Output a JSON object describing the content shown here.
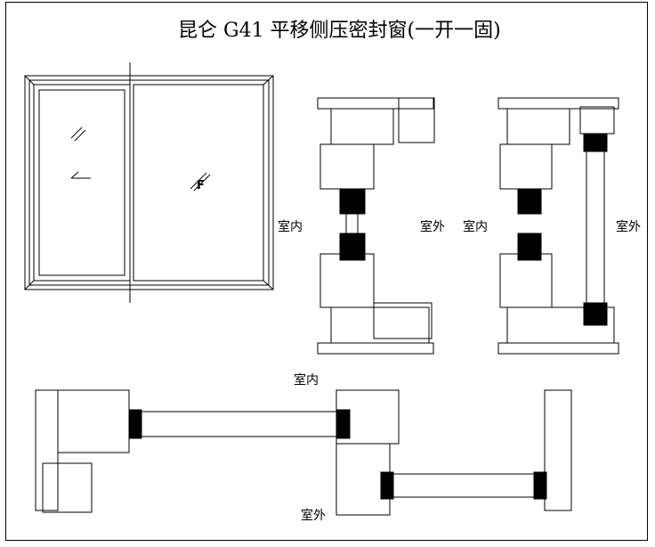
{
  "title": "昆仑 G41 平移侧压密封窗(一开一固)",
  "labels": {
    "indoor": "室内",
    "outdoor": "室外",
    "sash_mark": "F"
  }
}
